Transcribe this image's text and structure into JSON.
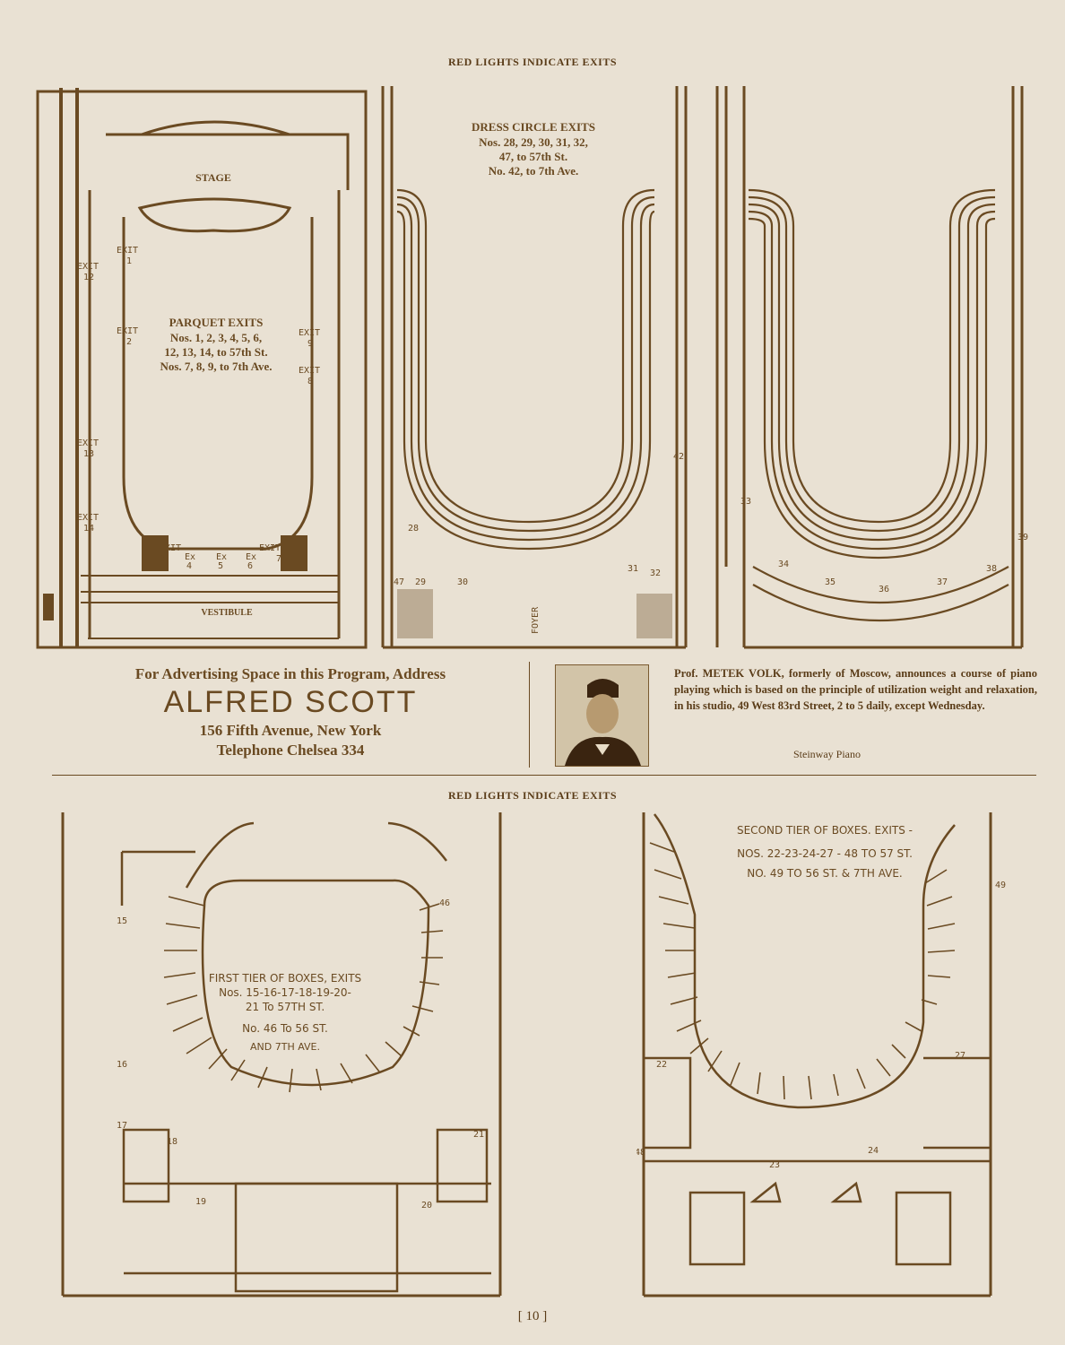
{
  "top_header": "RED LIGHTS INDICATE EXITS",
  "bottom_header": "RED LIGHTS INDICATE EXITS",
  "parquet": {
    "stage": "STAGE",
    "title": "PARQUET EXITS",
    "line1": "Nos. 1, 2, 3, 4, 5, 6,",
    "line2": "12, 13, 14, to 57th St.",
    "line3": "Nos. 7, 8, 9, to 7th Ave.",
    "vestibule": "VESTIBULE",
    "exit_word": "EXIT",
    "ex_word": "Ex",
    "exits": [
      "1",
      "2",
      "3",
      "4",
      "5",
      "6",
      "7",
      "8",
      "9",
      "12",
      "13",
      "14"
    ]
  },
  "dress_circle": {
    "title": "DRESS CIRCLE EXITS",
    "line1": "Nos. 28, 29, 30, 31, 32,",
    "line2": "47, to 57th St.",
    "line3": "No. 42, to 7th Ave.",
    "foyer": "FOYER",
    "exits": [
      "28",
      "29",
      "30",
      "31",
      "32",
      "42",
      "47"
    ]
  },
  "balcony": {
    "exits": [
      "33",
      "34",
      "35",
      "36",
      "37",
      "38",
      "39"
    ]
  },
  "ad_scott": {
    "line1": "For Advertising Space in this Program, Address",
    "name": "ALFRED SCOTT",
    "line3": "156 Fifth Avenue, New York",
    "line4": "Telephone Chelsea 334"
  },
  "ad_volk": {
    "text": "Prof. METEK VOLK, formerly of Moscow, announces a course of piano playing which is based on the principle of utilization weight and relaxation, in his studio, 49 West 83rd Street, 2 to 5 daily, except Wednesday.",
    "signature": "Steinway Piano"
  },
  "first_tier": {
    "line1": "FIRST TIER OF BOXES, EXITS",
    "line2": "Nos. 15-16-17-18-19-20-",
    "line3": "21 To 57TH ST.",
    "line4": "No. 46 To 56 ST.",
    "line5": "AND 7TH AVE.",
    "exits": [
      "15",
      "16",
      "17",
      "18",
      "19",
      "20",
      "21",
      "46"
    ]
  },
  "second_tier": {
    "line1": "SECOND TIER OF BOXES. EXITS -",
    "line2": "NOS. 22-23-24-27 - 48 TO 57 ST.",
    "line3": "NO. 49 TO 56 ST. & 7TH AVE.",
    "exits": [
      "22",
      "23",
      "24",
      "27",
      "48",
      "49"
    ]
  },
  "page_number": "[ 10 ]"
}
